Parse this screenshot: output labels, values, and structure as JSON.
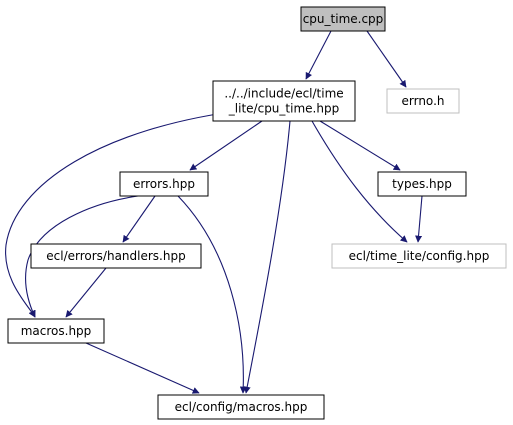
{
  "graph": {
    "nodes": [
      {
        "id": "cpu_time_cpp",
        "lines": [
          "cpu_time.cpp"
        ],
        "fill": "#bfbfbf",
        "stroke": "#000000"
      },
      {
        "id": "cpu_time_hpp",
        "lines": [
          "../../include/ecl/time",
          "_lite/cpu_time.hpp"
        ],
        "fill": "#ffffff",
        "stroke": "#000000"
      },
      {
        "id": "errno_h",
        "lines": [
          "errno.h"
        ],
        "fill": "#ffffff",
        "stroke": "#bfbfbf"
      },
      {
        "id": "errors_hpp",
        "lines": [
          "errors.hpp"
        ],
        "fill": "#ffffff",
        "stroke": "#000000"
      },
      {
        "id": "types_hpp",
        "lines": [
          "types.hpp"
        ],
        "fill": "#ffffff",
        "stroke": "#000000"
      },
      {
        "id": "handlers_hpp",
        "lines": [
          "ecl/errors/handlers.hpp"
        ],
        "fill": "#ffffff",
        "stroke": "#000000"
      },
      {
        "id": "config_hpp",
        "lines": [
          "ecl/time_lite/config.hpp"
        ],
        "fill": "#ffffff",
        "stroke": "#bfbfbf"
      },
      {
        "id": "macros_hpp",
        "lines": [
          "macros.hpp"
        ],
        "fill": "#ffffff",
        "stroke": "#000000"
      },
      {
        "id": "config_macros_hpp",
        "lines": [
          "ecl/config/macros.hpp"
        ],
        "fill": "#ffffff",
        "stroke": "#000000"
      }
    ],
    "edges": [
      {
        "from": "cpu_time_cpp",
        "to": "cpu_time_hpp"
      },
      {
        "from": "cpu_time_cpp",
        "to": "errno_h"
      },
      {
        "from": "cpu_time_hpp",
        "to": "macros_hpp"
      },
      {
        "from": "cpu_time_hpp",
        "to": "errors_hpp"
      },
      {
        "from": "cpu_time_hpp",
        "to": "config_macros_hpp"
      },
      {
        "from": "cpu_time_hpp",
        "to": "config_hpp"
      },
      {
        "from": "cpu_time_hpp",
        "to": "types_hpp"
      },
      {
        "from": "errors_hpp",
        "to": "macros_hpp"
      },
      {
        "from": "errors_hpp",
        "to": "handlers_hpp"
      },
      {
        "from": "errors_hpp",
        "to": "config_macros_hpp"
      },
      {
        "from": "types_hpp",
        "to": "config_hpp"
      },
      {
        "from": "handlers_hpp",
        "to": "macros_hpp"
      },
      {
        "from": "macros_hpp",
        "to": "config_macros_hpp"
      }
    ],
    "edge_color": "#191970"
  }
}
